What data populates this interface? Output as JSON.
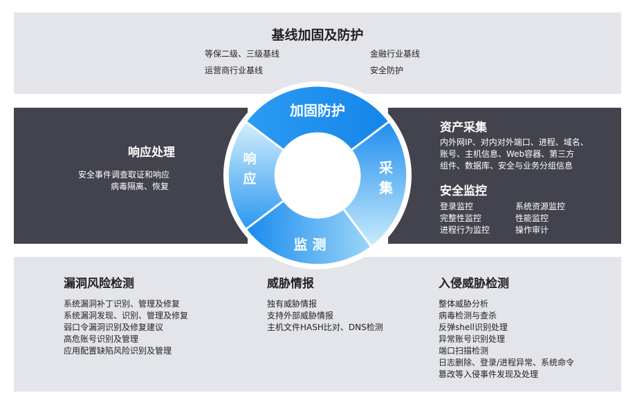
{
  "top": {
    "title": "基线加固及防护",
    "items": [
      "等保二级、三级基线",
      "金融行业基线",
      "运营商行业基线",
      "安全防护"
    ]
  },
  "left": {
    "title": "响应处理",
    "lines": [
      "安全事件调查取证和响应",
      "病毒隔离、恢复"
    ]
  },
  "right": {
    "asset_title": "资产采集",
    "asset_desc": [
      "内外网IP、对内对外端口、进程、域名、",
      "账号、主机信息、Web容器、第三方",
      "组件、数据库、安全与业务分组信息"
    ],
    "monitor_title": "安全监控",
    "monitor_items": [
      "登录监控",
      "系统资源监控",
      "完整性监控",
      "性能监控",
      "进程行为监控",
      "操作审计"
    ]
  },
  "ring": {
    "top": "加固防护",
    "right_1": "采",
    "right_2": "集",
    "bottom": "监 测",
    "left_1": "响",
    "left_2": "应"
  },
  "bottom": {
    "col1": {
      "title": "漏洞风险检测",
      "items": [
        "系统漏洞补丁识别、管理及修复",
        "系统漏洞发现、识别、管理及修复",
        "弱口令漏洞识别及修复建议",
        "高危账号识别及管理",
        "应用配置缺陷风险识别及管理"
      ]
    },
    "col2": {
      "title": "威胁情报",
      "items": [
        "独有威胁情报",
        "支持外部威胁情报",
        "主机文件HASH比对、DNS检测"
      ]
    },
    "col3": {
      "title": "入侵威胁检测",
      "items": [
        "整体威胁分析",
        "病毒检测与查杀",
        "反弹shell识别处理",
        "异常账号识别处理",
        "端口扫描检测",
        "日志删除、登录/进程异常、系统命令",
        "篡改等入侵事件发现及处理"
      ]
    }
  },
  "colors": {
    "ring_dark": "#1e8ff0",
    "ring_light": "#c9ebfb",
    "dark_panel": "#42434c",
    "light_panel": "#e4e5ea"
  }
}
